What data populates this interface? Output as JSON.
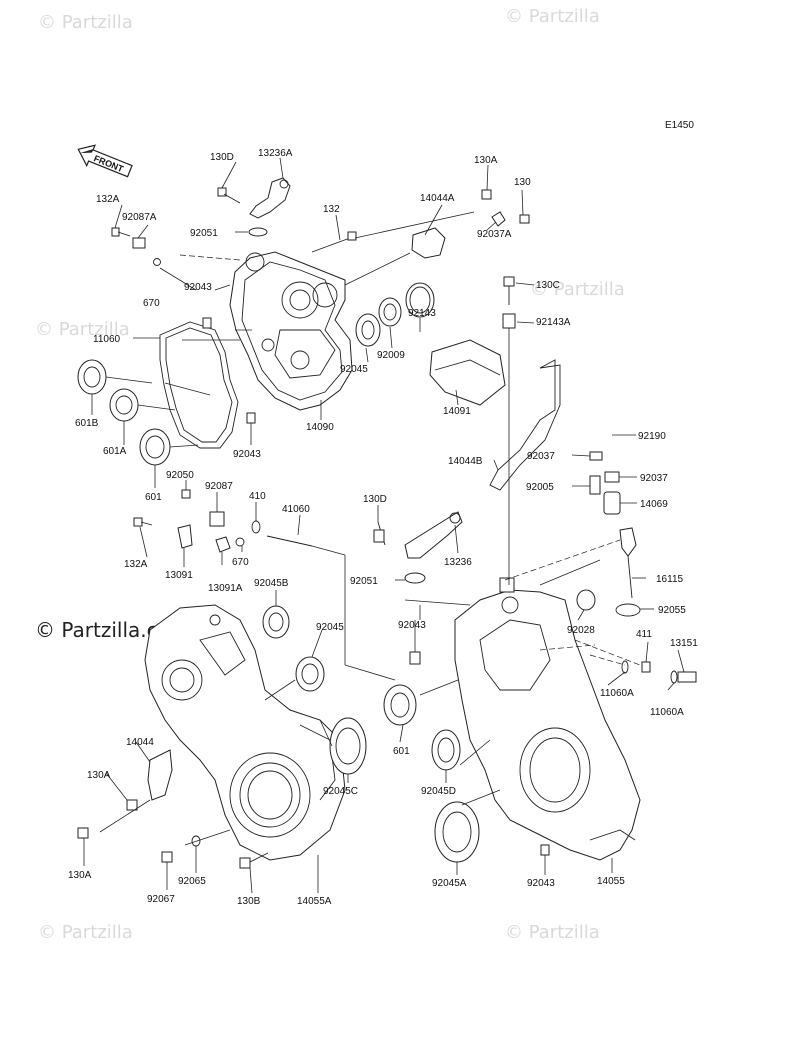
{
  "diagram_code": "E1450",
  "front_label": "FRONT",
  "watermark": "© Partzilla",
  "watermark_main": "© Partzilla.com",
  "part_labels": {
    "p130D_top": "130D",
    "p13236A": "13236A",
    "p130A_top": "130A",
    "p130_top": "130",
    "p132A_top": "132A",
    "p92087A": "92087A",
    "p14044A": "14044A",
    "p132": "132",
    "p92051_top": "92051",
    "p92037A": "92037A",
    "p92043_top": "92043",
    "p670_top": "670",
    "p130C": "130C",
    "p92143": "92143",
    "p92143A": "92143A",
    "p11060": "11060",
    "p92009": "92009",
    "p92045_top": "92045",
    "p601B": "601B",
    "p14091": "14091",
    "p14090": "14090",
    "p92190": "92190",
    "p601A": "601A",
    "p92043_mid": "92043",
    "p14044B": "14044B",
    "p92037": "92037",
    "p92037b": "92037",
    "p601_left": "601",
    "p92050": "92050",
    "p92005": "92005",
    "p14069": "14069",
    "p92087": "92087",
    "p410": "410",
    "p130D_mid": "130D",
    "p41060": "41060",
    "p132A_mid": "132A",
    "p13091": "13091",
    "p13091A": "13091A",
    "p670_mid": "670",
    "p13236": "13236",
    "p16115": "16115",
    "p92045B": "92045B",
    "p92051_mid": "92051",
    "p92045_mid": "92045",
    "p92043_lower": "92043",
    "p92028": "92028",
    "p92055": "92055",
    "p411": "411",
    "p13151": "13151",
    "p11060A_a": "11060A",
    "p11060A_b": "11060A",
    "p601_mid": "601",
    "p14044": "14044",
    "p130A_left": "130A",
    "p92045C": "92045C",
    "p92045D": "92045D",
    "p130A_bottom": "130A",
    "p92065": "92065",
    "p92067": "92067",
    "p130B": "130B",
    "p14055A": "14055A",
    "p92045A": "92045A",
    "p92043_bottom": "92043",
    "p14055": "14055"
  }
}
